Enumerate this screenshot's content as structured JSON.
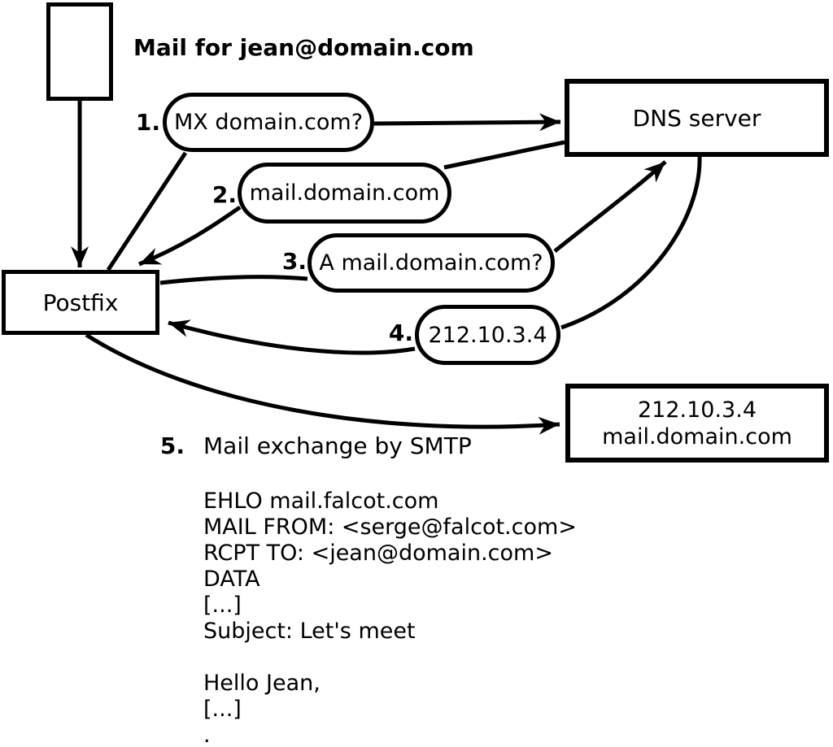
{
  "labels": {
    "mail_for": "Mail for jean@domain.com",
    "step5_number": "5.",
    "step5_text": "Mail exchange by SMTP"
  },
  "nodes": {
    "dns_server": {
      "label": "DNS server"
    },
    "postfix": {
      "label": "Postfix"
    },
    "mail_server": {
      "lines": [
        "212.10.3.4",
        "mail.domain.com"
      ]
    }
  },
  "steps": [
    {
      "number": "1.",
      "label": "MX domain.com?"
    },
    {
      "number": "2.",
      "label": "mail.domain.com"
    },
    {
      "number": "3.",
      "label": "A mail.domain.com?"
    },
    {
      "number": "4.",
      "label": "212.10.3.4"
    }
  ],
  "smtp_session": {
    "lines": [
      "EHLO mail.falcot.com",
      "MAIL FROM: <serge@falcot.com>",
      "RCPT TO: <jean@domain.com>",
      "DATA",
      "[...]",
      "Subject: Let's meet",
      "",
      "Hello Jean,",
      "[...]",
      "."
    ]
  },
  "colors": {
    "line": "#000000",
    "background": "#ffffff"
  }
}
